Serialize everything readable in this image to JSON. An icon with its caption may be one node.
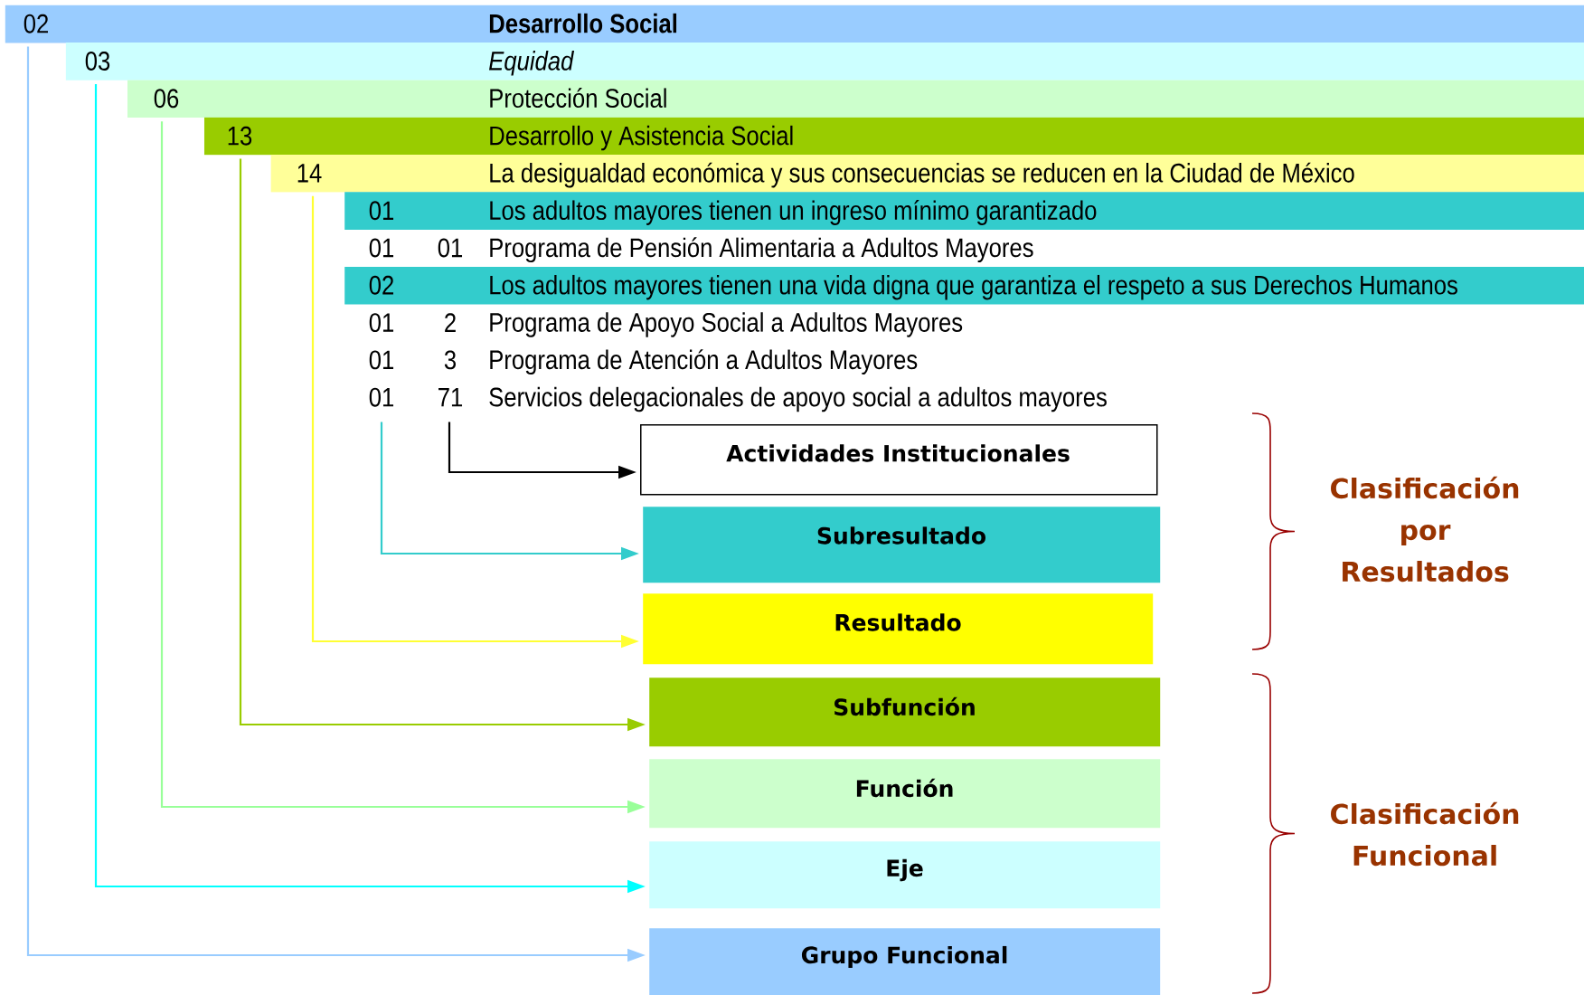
{
  "diagram": {
    "nodes": [
      {
        "text": [
          "02",
          "Desarrollo Social"
        ]
      },
      {
        "text": [
          "03",
          "Equidad"
        ]
      },
      {
        "text": [
          "06",
          "Protección Social"
        ]
      },
      {
        "text": [
          "13",
          "Desarrollo y Asistencia Social"
        ]
      },
      {
        "text": [
          "14",
          "La desigualdad económica y sus consecuencias se reducen en la Ciudad de México"
        ]
      },
      {
        "text": [
          "01",
          "Los adultos mayores tienen un ingreso mínimo garantizado"
        ]
      },
      {
        "text": [
          "01",
          "01",
          "Programa de Pensión Alimentaria a Adultos Mayores"
        ]
      },
      {
        "text": [
          "02",
          "Los adultos mayores tienen una vida digna que garantiza el respeto a sus Derechos Humanos"
        ]
      },
      {
        "text": [
          "01",
          "2",
          "Programa de Apoyo Social a Adultos Mayores"
        ]
      },
      {
        "text": [
          "01",
          "3",
          "Programa de Atención a Adultos Mayores"
        ]
      },
      {
        "text": [
          "01",
          "71",
          "Servicios delegacionales de apoyo social a adultos mayores"
        ]
      },
      {
        "text": [
          "Actividades Institucionales"
        ]
      },
      {
        "text": [
          "Subresultado"
        ]
      },
      {
        "text": [
          "Resultado"
        ]
      },
      {
        "text": [
          "Subfunción"
        ]
      },
      {
        "text": [
          "Función"
        ]
      },
      {
        "text": [
          "Eje"
        ]
      },
      {
        "text": [
          "Grupo Funcional"
        ]
      }
    ],
    "edges": [
      {
        "from": 10,
        "to": 11,
        "arrow": "to",
        "color": "#000000"
      },
      {
        "from": 10,
        "to": 12,
        "arrow": "to",
        "color": "#33cccc"
      },
      {
        "from": 4,
        "to": 13,
        "arrow": "to",
        "color": "#ffff33"
      },
      {
        "from": 3,
        "to": 14,
        "arrow": "to",
        "color": "#99cc00"
      },
      {
        "from": 2,
        "to": 15,
        "arrow": "to",
        "color": "#99ff99"
      },
      {
        "from": 1,
        "to": 16,
        "arrow": "to",
        "color": "#00ffff"
      },
      {
        "from": 0,
        "to": 17,
        "arrow": "to",
        "color": "#99ccff"
      }
    ],
    "labels": [
      "Clasificación por Resultados",
      "Clasificación Funcional"
    ]
  }
}
